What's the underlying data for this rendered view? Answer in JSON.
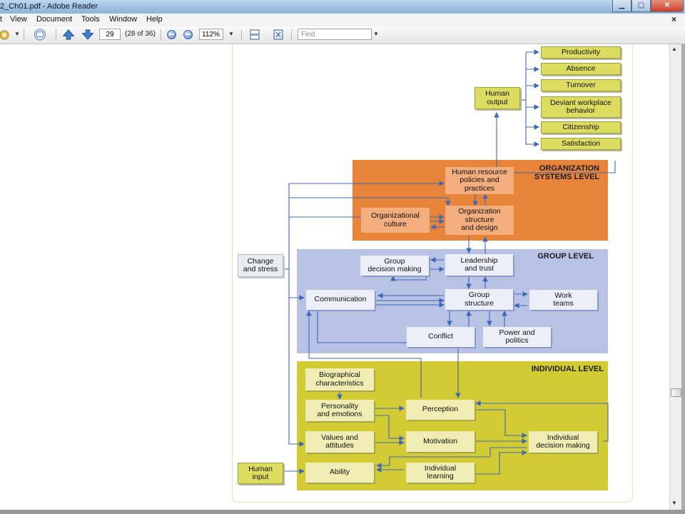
{
  "window": {
    "title": "2_Ch01.pdf - Adobe Reader",
    "controls": [
      "minimize",
      "maximize",
      "close"
    ]
  },
  "menu": {
    "items": [
      "t",
      "View",
      "Document",
      "Tools",
      "Window",
      "Help"
    ],
    "close_glyph": "×"
  },
  "toolbar": {
    "page_number": "29",
    "page_of": "(28 of 36)",
    "zoom": "112%",
    "find_placeholder": "Find"
  },
  "diagram": {
    "levels": {
      "organization": "ORGANIZATION\nSYSTEMS LEVEL",
      "group": "GROUP LEVEL",
      "individual": "INDIVIDUAL LEVEL"
    },
    "outputs": [
      "Productivity",
      "Absence",
      "Turnover",
      "Deviant workplace\nbehavior",
      "Citizenship",
      "Satisfaction"
    ],
    "human_output": "Human\noutput",
    "human_input": "Human\ninput",
    "change_stress": "Change\nand stress",
    "organization_boxes": {
      "hr": "Human resource\npolicies and\npractices",
      "culture": "Organizational\nculture",
      "structure": "Organization\nstructure\nand design"
    },
    "group_boxes": {
      "decision": "Group\ndecision making",
      "leadership": "Leadership\nand trust",
      "communication": "Communication",
      "structure": "Group\nstructure",
      "teams": "Work\nteams",
      "conflict": "Conflict",
      "power": "Power and\npolitics"
    },
    "individual_boxes": {
      "bio": "Biographical\ncharacteristics",
      "personality": "Personality\nand emotions",
      "values": "Values and\nattitudes",
      "ability": "Ability",
      "perception": "Perception",
      "motivation": "Motivation",
      "learning": "Individual\nlearning",
      "decision": "Individual\ndecision making"
    },
    "colors": {
      "organization_bg": "#e8843a",
      "group_bg": "#b7c2e4",
      "individual_bg": "#d2cb33",
      "arrow": "#3f68b5"
    }
  }
}
